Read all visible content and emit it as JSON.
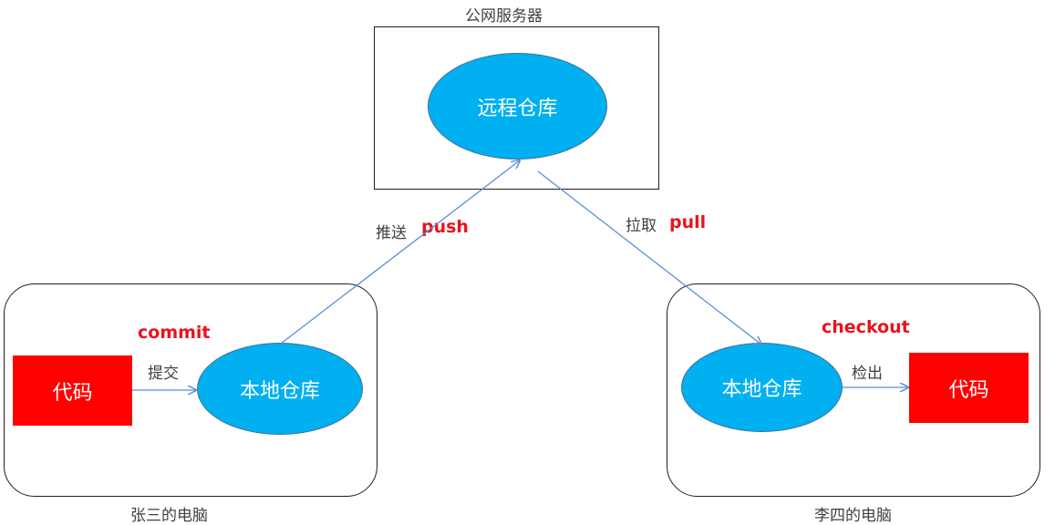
{
  "server": {
    "title": "公网服务器",
    "repo": "远程仓库"
  },
  "left_pc": {
    "caption": "张三的电脑",
    "code": "代码",
    "local_repo": "本地仓库",
    "commit_label": "提交",
    "commit_cmd": "commit"
  },
  "right_pc": {
    "caption": "李四的电脑",
    "code": "代码",
    "local_repo": "本地仓库",
    "checkout_label": "检出",
    "checkout_cmd": "checkout"
  },
  "push": {
    "label": "推送",
    "cmd": "push"
  },
  "pull": {
    "label": "拉取",
    "cmd": "pull"
  },
  "colors": {
    "repo_fill": "#00b0f0",
    "code_fill": "#ff0000",
    "command_text": "#e8131e",
    "arrow": "#5b8fd6"
  }
}
